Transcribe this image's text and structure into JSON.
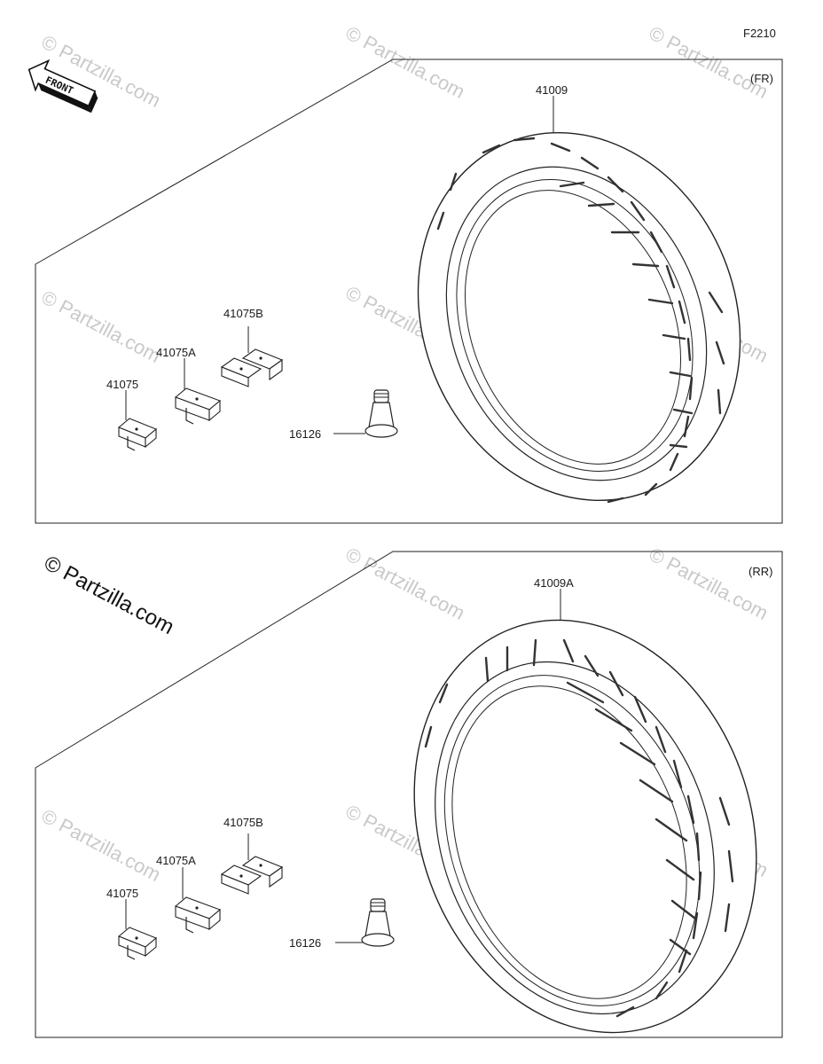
{
  "diagram_code": "F2210",
  "watermark_text": "© Partzilla.com",
  "front_arrow_label": "FRONT",
  "sections": [
    {
      "id": "front",
      "tag": "(FR)",
      "tire_part": "41009",
      "valve_part": "16126",
      "weights": [
        "41075",
        "41075A",
        "41075B"
      ]
    },
    {
      "id": "rear",
      "tag": "(RR)",
      "tire_part": "41009A",
      "valve_part": "16126",
      "weights": [
        "41075",
        "41075A",
        "41075B"
      ]
    }
  ]
}
